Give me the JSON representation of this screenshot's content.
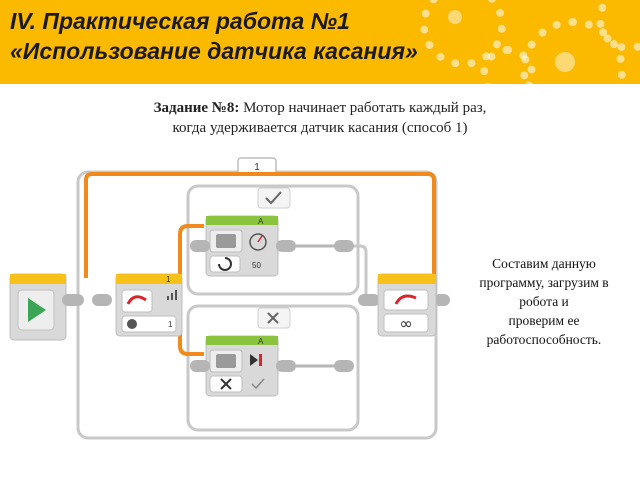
{
  "header": {
    "title_line1": "IV. Практическая работа №1",
    "title_line2": "«Использование датчика касания»",
    "background": "#fbb900"
  },
  "task": {
    "label": "Задание №8:",
    "text_line1": " Мотор начинает работать каждый раз,",
    "text_line2": "когда удерживается датчик касания (способ 1)"
  },
  "note": {
    "lines": [
      "Составим данную",
      "программу, загрузим в",
      "робота и",
      "проверим ее",
      "работоспособность."
    ]
  },
  "program": {
    "loop_tab_label": "1",
    "switch_block_port": "1",
    "switch_case_true_icon": "check-icon",
    "switch_case_false_icon": "cross-icon",
    "motor_block_true_port": "A",
    "motor_block_true_power": "50",
    "motor_block_false_port": "A",
    "start_block_icon": "play-icon",
    "loop_end_icon": "infinity-icon",
    "colors": {
      "wire_orange": "#f08a1c",
      "block_gray": "#d9d9d9",
      "block_green": "#8ac43f",
      "start_green": "#3aa655",
      "block_yellow": "#f6c21a",
      "loop_red": "#d8262b"
    }
  }
}
